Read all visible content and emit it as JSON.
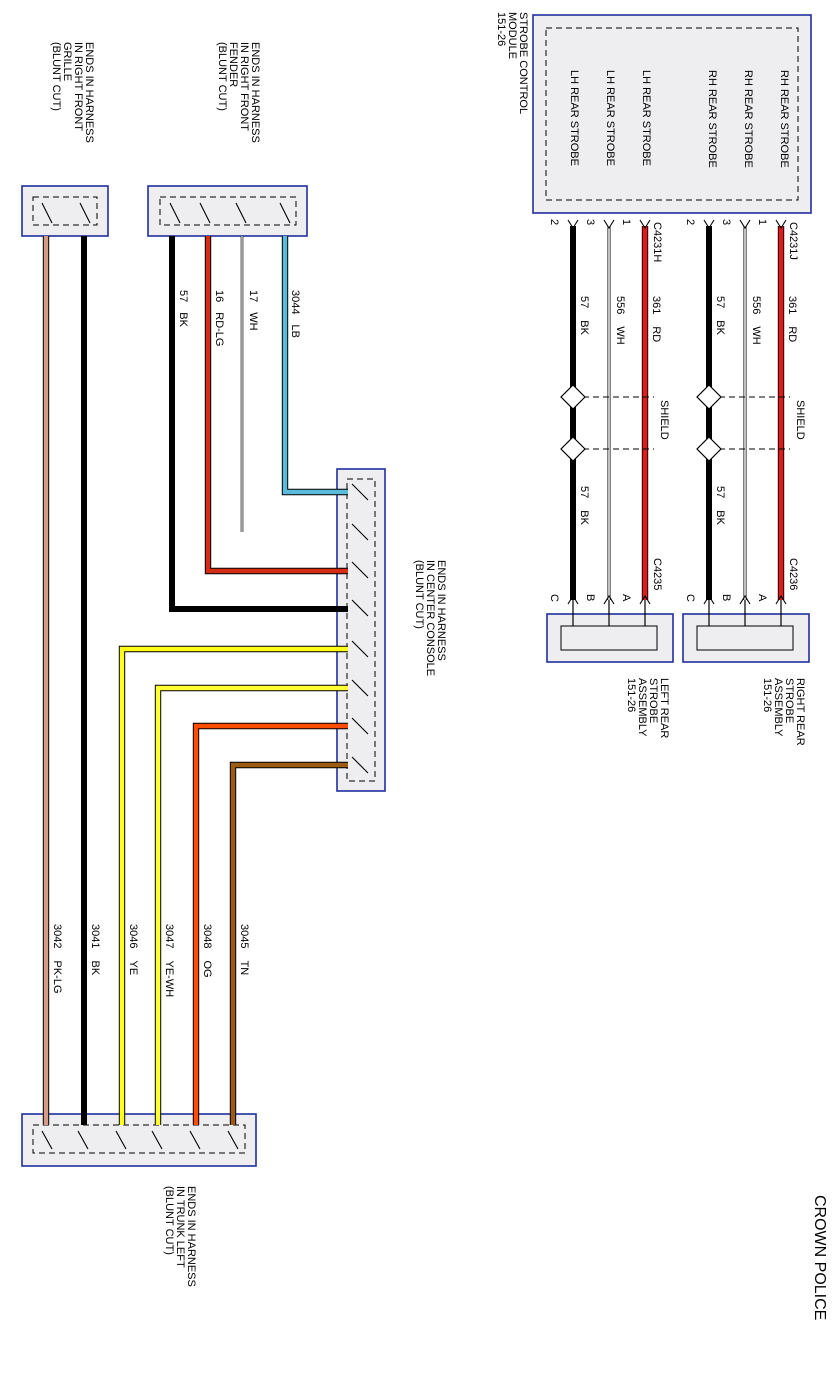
{
  "title": "CROWN POLICE",
  "module": {
    "name_lines": [
      "STROBE CONTROL",
      "MODULE",
      "151-26"
    ],
    "outputs": [
      "RH REAR STROBE",
      "RH REAR STROBE",
      "RH REAR STROBE",
      "LH REAR STROBE",
      "LH REAR STROBE",
      "LH REAR STROBE"
    ]
  },
  "strobe_circuits": {
    "right": {
      "connector_top": "C4231J",
      "connector_bottom": "C4236",
      "pins_top": [
        "1",
        "3",
        "2"
      ],
      "wires": [
        {
          "circuit": "361",
          "color_code": "RD",
          "color": "#e01b1b"
        },
        {
          "circuit": "556",
          "color_code": "WH",
          "color": "#ffffff"
        },
        {
          "circuit": "57",
          "color_code": "BK",
          "color": "#000000"
        }
      ],
      "shield_label": "SHIELD",
      "lower_wire_label": {
        "circuit": "57",
        "color_code": "BK"
      },
      "pins_bottom": [
        "A",
        "B",
        "C"
      ],
      "assembly_lines": [
        "RIGHT REAR",
        "STROBE",
        "ASSEMBLY",
        "151-26"
      ]
    },
    "left": {
      "connector_top": "C4231H",
      "connector_bottom": "C4235",
      "pins_top": [
        "1",
        "3",
        "2"
      ],
      "wires": [
        {
          "circuit": "361",
          "color_code": "RD",
          "color": "#e01b1b"
        },
        {
          "circuit": "556",
          "color_code": "WH",
          "color": "#ffffff"
        },
        {
          "circuit": "57",
          "color_code": "BK",
          "color": "#000000"
        }
      ],
      "shield_label": "SHIELD",
      "lower_wire_label": {
        "circuit": "57",
        "color_code": "BK"
      },
      "pins_bottom": [
        "A",
        "B",
        "C"
      ],
      "assembly_lines": [
        "LEFT REAR",
        "STROBE",
        "ASSEMBLY",
        "151-26"
      ]
    }
  },
  "harness_ends": {
    "right_front_fender": [
      "ENDS IN HARNESS",
      "IN RIGHT FRONT",
      "FENDER",
      "(BLUNT CUT)"
    ],
    "right_front_grille": [
      "ENDS IN HARNESS",
      "IN RIGHT FRONT",
      "GRILLE",
      "(BLUNT CUT)"
    ],
    "center_console": [
      "ENDS IN HARNESS",
      "IN CENTER CONSOLE",
      "(BLUNT CUT)"
    ],
    "trunk_left": [
      "ENDS IN HARNESS",
      "IN TRUNK LEFT",
      "(BLUNT CUT)"
    ]
  },
  "fender_wires": [
    {
      "circuit": "3044",
      "color_code": "LB",
      "color": "#5bbbd8"
    },
    {
      "circuit": "17",
      "color_code": "WH",
      "color": "#ffffff"
    },
    {
      "circuit": "16",
      "color_code": "RD-LG",
      "color": "#d42d14"
    },
    {
      "circuit": "57",
      "color_code": "BK",
      "color": "#000000"
    }
  ],
  "trunk_wires": [
    {
      "circuit": "3045",
      "color_code": "TN",
      "color": "#9c5a12"
    },
    {
      "circuit": "3048",
      "color_code": "OG",
      "color": "#ff4d00"
    },
    {
      "circuit": "3047",
      "color_code": "YE-WH",
      "color": "#ffff33"
    },
    {
      "circuit": "3046",
      "color_code": "YE",
      "color": "#ffff1a"
    }
  ],
  "grille_wires": [
    {
      "circuit": "3041",
      "color_code": "BK",
      "color": "#000000"
    },
    {
      "circuit": "3042",
      "color_code": "PK-LG",
      "color": "#d49a84"
    }
  ]
}
